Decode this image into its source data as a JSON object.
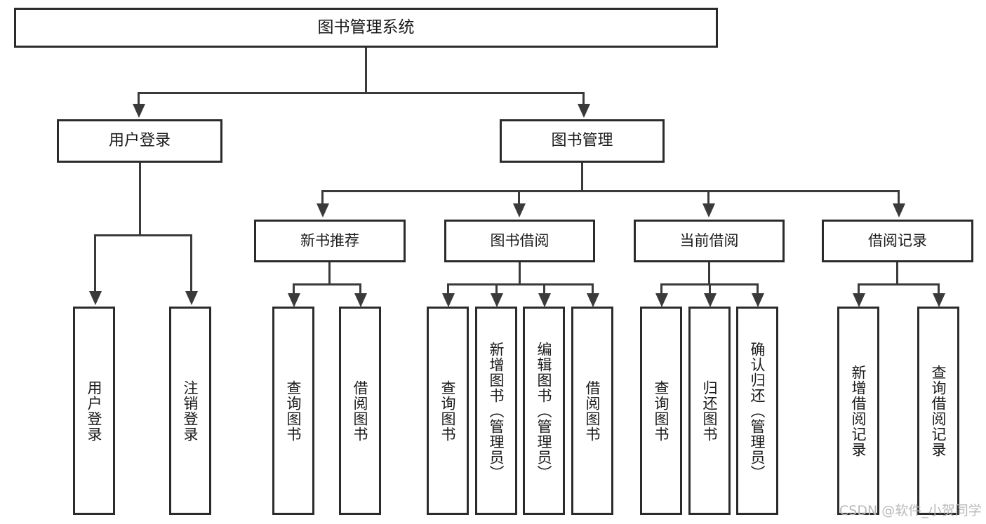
{
  "diagram": {
    "title": "图书管理系统",
    "type": "tree-hierarchy-diagram",
    "root": {
      "label": "图书管理系统"
    },
    "level2": [
      {
        "label": "用户登录"
      },
      {
        "label": "图书管理"
      }
    ],
    "level3": [
      {
        "label": "新书推荐"
      },
      {
        "label": "图书借阅"
      },
      {
        "label": "当前借阅"
      },
      {
        "label": "借阅记录"
      }
    ],
    "leaves": {
      "user_login": [
        {
          "label": "用户登录"
        },
        {
          "label": "注销登录"
        }
      ],
      "new_book_recommend": [
        {
          "label": "查询图书"
        },
        {
          "label": "借阅图书"
        }
      ],
      "book_borrow": [
        {
          "label": "查询图书"
        },
        {
          "label": "新增图书（管理员）"
        },
        {
          "label": "编辑图书（管理员）"
        },
        {
          "label": "借阅图书"
        }
      ],
      "current_borrow": [
        {
          "label": "查询图书"
        },
        {
          "label": "归还图书"
        },
        {
          "label": "确认归还（管理员）"
        }
      ],
      "borrow_record": [
        {
          "label": "新增借阅记录"
        },
        {
          "label": "查询借阅记录"
        }
      ]
    }
  },
  "watermark": {
    "text": "CSDN @软件_小贺同学"
  },
  "colors": {
    "box_border": "#2b2b2b",
    "connector": "#3a3a3a",
    "text": "#1a1a1a",
    "background": "#ffffff",
    "watermark": "#b9b9b9"
  }
}
